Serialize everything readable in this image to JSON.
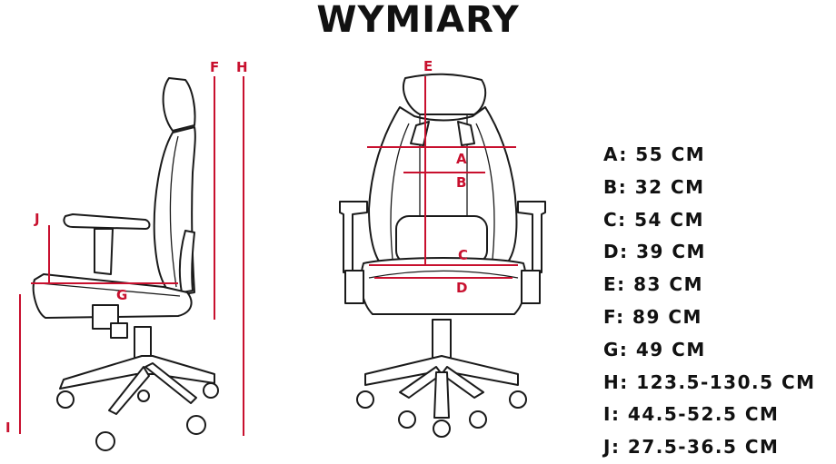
{
  "title": "WYMIARY",
  "labels": {
    "side": {
      "J": "J",
      "F": "F",
      "H": "H",
      "G": "G",
      "I": "I"
    },
    "front": {
      "E": "E",
      "A": "A",
      "B": "B",
      "C": "C",
      "D": "D"
    }
  },
  "dimensions": [
    {
      "key": "A",
      "text": "A: 55 CM"
    },
    {
      "key": "B",
      "text": "B: 32 CM"
    },
    {
      "key": "C",
      "text": "C: 54 CM"
    },
    {
      "key": "D",
      "text": "D: 39 CM"
    },
    {
      "key": "E",
      "text": "E: 83 CM"
    },
    {
      "key": "F",
      "text": "F: 89 CM"
    },
    {
      "key": "G",
      "text": "G: 49 CM"
    },
    {
      "key": "H",
      "text": "H: 123.5-130.5 CM"
    },
    {
      "key": "I",
      "text": "I: 44.5-52.5 CM"
    },
    {
      "key": "J",
      "text": "J: 27.5-36.5 CM"
    }
  ],
  "colors": {
    "accent": "#c8102e",
    "ink": "#1a1a1a"
  }
}
